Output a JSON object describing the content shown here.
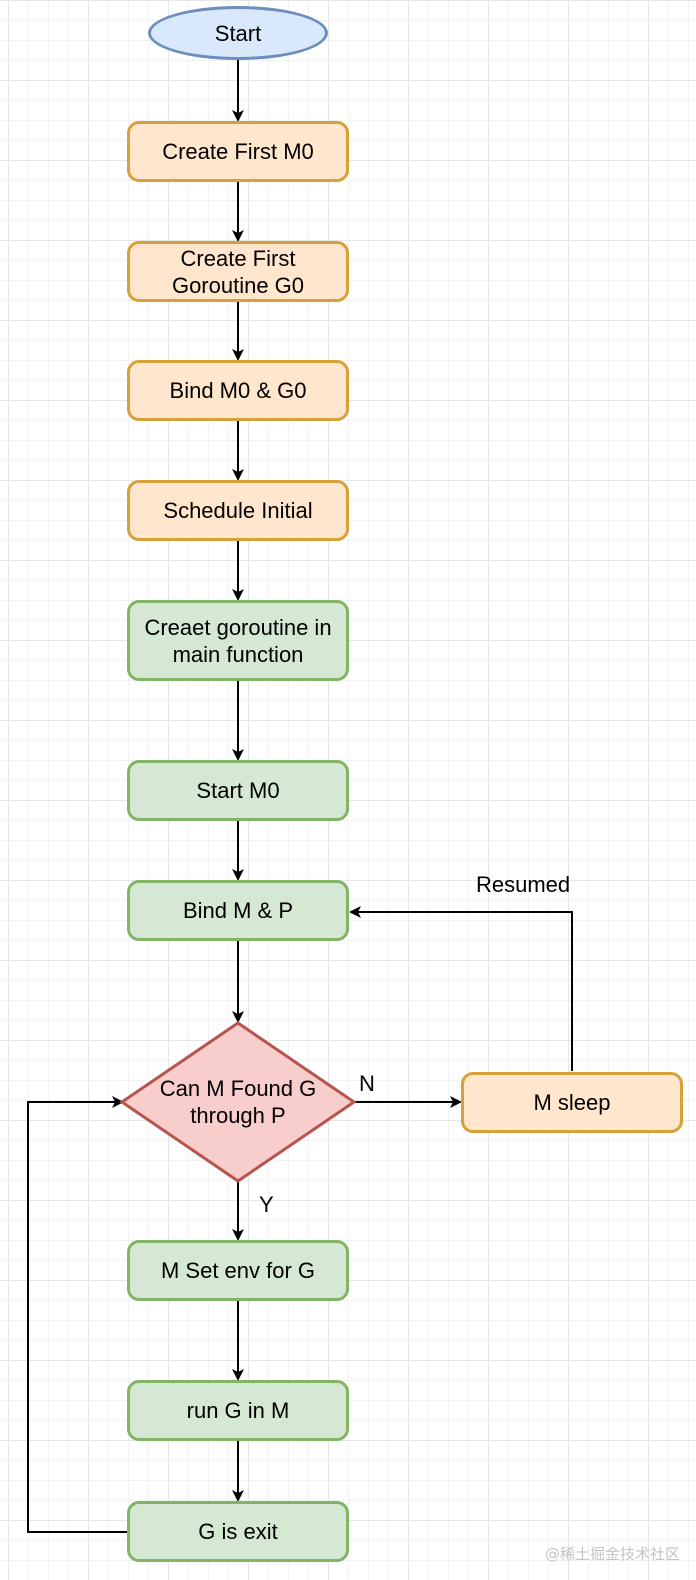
{
  "nodes": {
    "start": "Start",
    "create_m0": "Create First M0",
    "create_g0": "Create First\nGoroutine G0",
    "bind_m0_g0": "Bind M0 & G0",
    "schedule_initial": "Schedule Initial",
    "create_goroutine_main": "Creaet goroutine in\nmain function",
    "start_m0": "Start M0",
    "bind_m_p": "Bind M & P",
    "decision": "Can M Found G\nthrough P",
    "m_sleep": "M sleep",
    "m_set_env": "M Set env for G",
    "run_g": "run G in M",
    "g_exit": "G is exit"
  },
  "edge_labels": {
    "no": "N",
    "yes": "Y",
    "resumed": "Resumed"
  },
  "watermark": "@稀土掘金技术社区",
  "colors": {
    "start_fill": "#dae8fc",
    "start_stroke": "#6c8ebf",
    "orange_fill": "#ffe6cc",
    "orange_stroke": "#d6a03a",
    "green_fill": "#d5e8d4",
    "green_stroke": "#82b366",
    "decision_fill": "#f8cecc",
    "decision_stroke": "#b85450"
  }
}
